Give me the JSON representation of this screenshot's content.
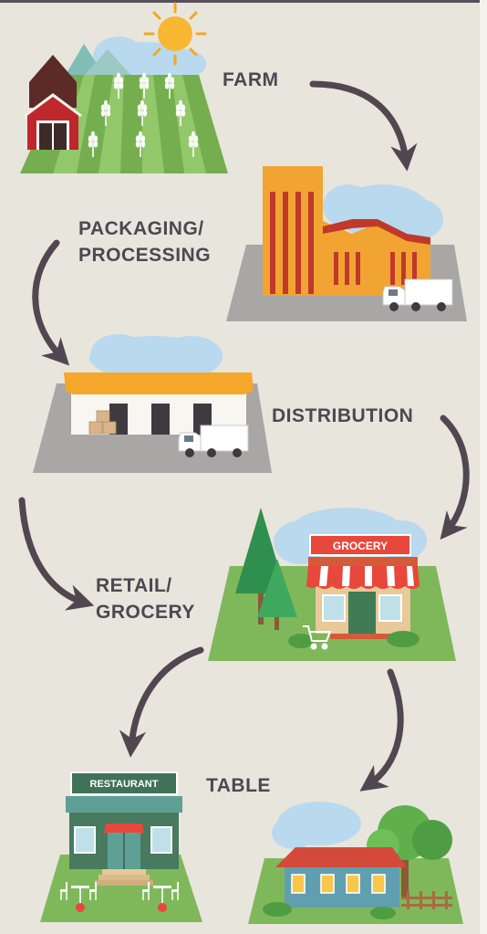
{
  "stages": {
    "farm": "FARM",
    "packaging_line1": "PACKAGING/",
    "packaging_line2": "PROCESSING",
    "distribution": "DISTRIBUTION",
    "retail_line1": "RETAIL/",
    "retail_line2": "GROCERY",
    "table": "TABLE"
  },
  "signs": {
    "grocery": "GROCERY",
    "restaurant": "RESTAURANT"
  },
  "colors": {
    "background": "#e8e5dc",
    "text": "#4d4752",
    "arrow": "#4f4851",
    "grass": "#7fb85a",
    "factory": "#f1a431",
    "awning_red": "#e8473b"
  },
  "icons": [
    "sun-icon",
    "barn-icon",
    "wheat-icon",
    "factory-icon",
    "truck-icon",
    "warehouse-icon",
    "boxes-icon",
    "tree-icon",
    "shopping-cart-icon",
    "house-icon",
    "fence-icon",
    "cloud-icon"
  ]
}
